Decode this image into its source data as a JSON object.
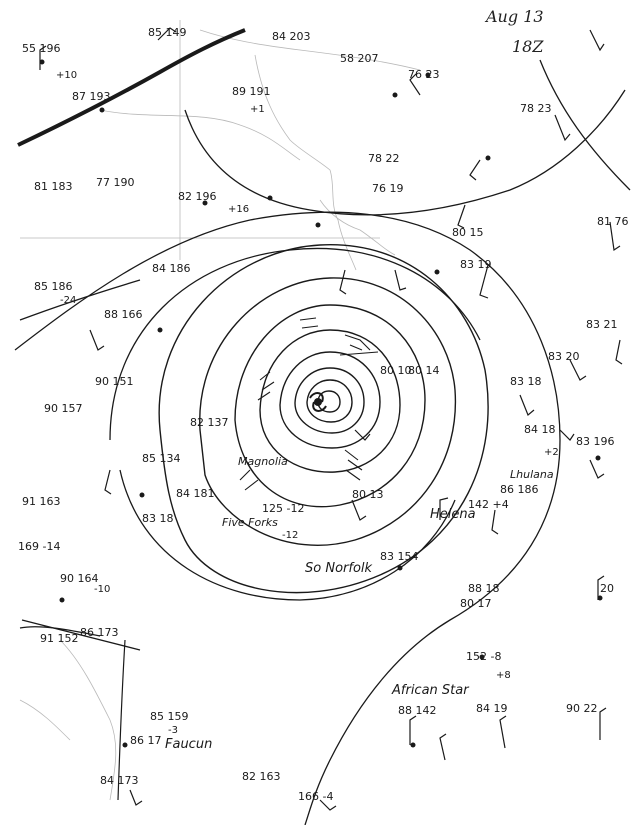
{
  "chart_title": "Aug 13",
  "chart_time": "18Z",
  "colors": {
    "ink": "#1a1a1a",
    "base_map": "#b9b9b9",
    "front": "#333333",
    "paper": "#ffffff"
  },
  "ship_names": [
    "So Norfolk",
    "Helena",
    "African Star",
    "Faucun",
    "Magnolia",
    "Five Forks",
    "Lhulana"
  ],
  "station_plots": [
    "55 196",
    "87 193",
    "85 149",
    "84 203",
    "89 191",
    "58 207",
    "76 23",
    "78 23",
    "78 22",
    "76 19",
    "80 15",
    "83 19",
    "81 76",
    "83 21",
    "83 20",
    "83 18",
    "84 18",
    "83 196",
    "81 183",
    "82 196",
    "77 190",
    "84 186",
    "85 186",
    "88 166",
    "90 151",
    "90 157",
    "85 134",
    "84 181",
    "83 18",
    "91 163",
    "169 -14",
    "90 164",
    "88 18",
    "80 17",
    "20",
    "80 10",
    "80 13",
    "83 154",
    "86 186",
    "142 +4",
    "88 142",
    "84 19",
    "90 22",
    "152 -8",
    "91 152",
    "86 173",
    "85 159",
    "86 17",
    "84 173",
    "82 163",
    "166 -4",
    "125 -12",
    "82 137",
    "80 14"
  ],
  "pressure_tendency": [
    "+10",
    "+1",
    "-10",
    "-24",
    "+8",
    "-3",
    "+16",
    "-12",
    "+2"
  ]
}
